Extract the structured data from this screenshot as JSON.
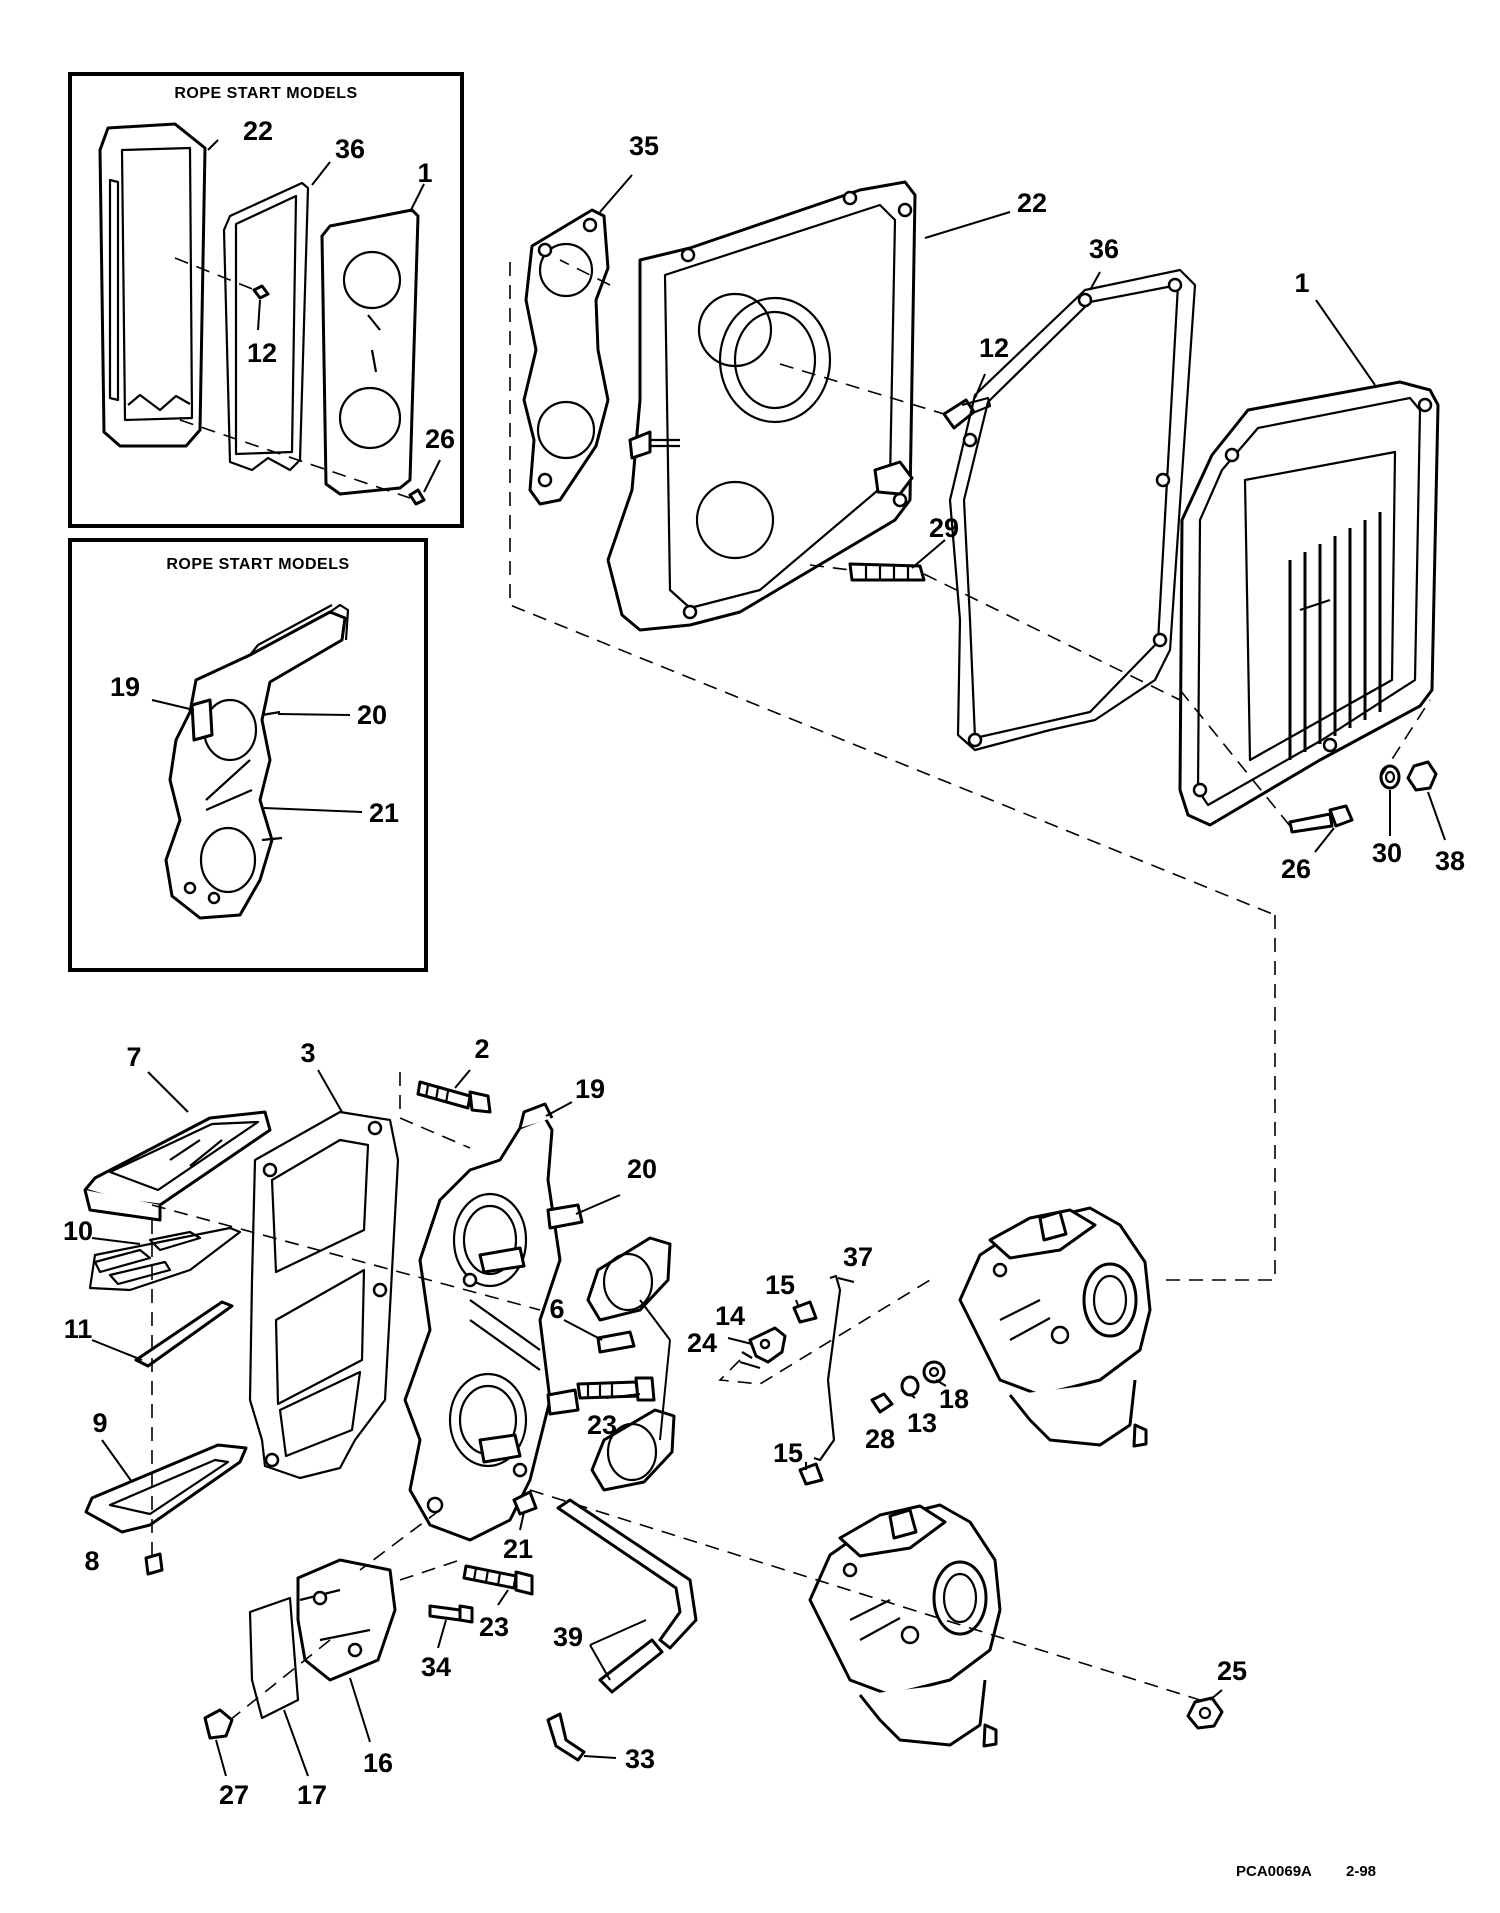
{
  "insets": [
    {
      "title": "ROPE START MODELS"
    },
    {
      "title": "ROPE START MODELS"
    }
  ],
  "callouts": {
    "i1_22": "22",
    "i1_36": "36",
    "i1_1": "1",
    "i1_12": "12",
    "i1_26": "26",
    "i2_19": "19",
    "i2_20": "20",
    "i2_21": "21",
    "m_35": "35",
    "m_22": "22",
    "m_36": "36",
    "m_1": "1",
    "m_12": "12",
    "m_29": "29",
    "m_26": "26",
    "m_30": "30",
    "m_38": "38",
    "b_2": "2",
    "b_7": "7",
    "b_3": "3",
    "b_19": "19",
    "b_20": "20",
    "b_10": "10",
    "b_6": "6",
    "b_24": "24",
    "b_15a": "15",
    "b_37": "37",
    "b_14": "14",
    "b_11": "11",
    "b_23a": "23",
    "b_18": "18",
    "b_13": "13",
    "b_28": "28",
    "b_9": "9",
    "b_15b": "15",
    "b_21": "21",
    "b_8": "8",
    "b_39": "39",
    "b_23b": "23",
    "b_34": "34",
    "b_25": "25",
    "b_33": "33",
    "b_27": "27",
    "b_16": "16",
    "b_17": "17"
  },
  "footer": {
    "code": "PCA0069A",
    "date": "2-98"
  }
}
